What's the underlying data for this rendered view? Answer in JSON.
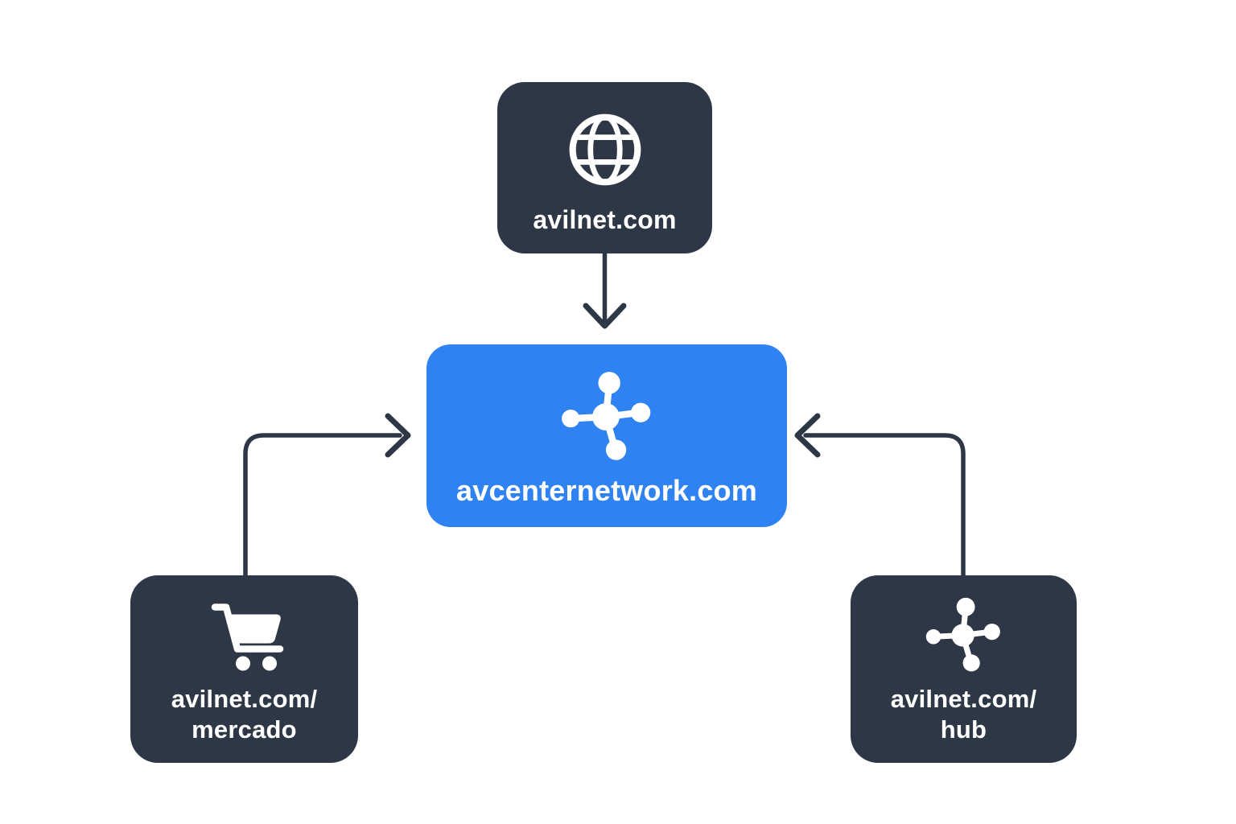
{
  "colors": {
    "background": "#ffffff",
    "node_dark": "#2d3745",
    "node_blue": "#2f82f2",
    "text": "#ffffff",
    "arrow": "#2d3745"
  },
  "nodes": {
    "source": {
      "label": "avilnet.com",
      "icon": "globe-icon"
    },
    "center": {
      "label": "avcenternetwork.com",
      "icon": "network-hub-icon"
    },
    "mercado": {
      "label_line1": "avilnet.com/",
      "label_line2": "mercado",
      "icon": "shopping-cart-icon"
    },
    "hub": {
      "label_line1": "avilnet.com/",
      "label_line2": "hub",
      "icon": "network-hub-icon"
    }
  },
  "edges": [
    {
      "from": "avilnet.com",
      "to": "avcenternetwork.com",
      "direction": "down"
    },
    {
      "from": "avilnet.com/mercado",
      "to": "avcenternetwork.com",
      "direction": "up-then-right"
    },
    {
      "from": "avilnet.com/hub",
      "to": "avcenternetwork.com",
      "direction": "up-then-left"
    }
  ]
}
